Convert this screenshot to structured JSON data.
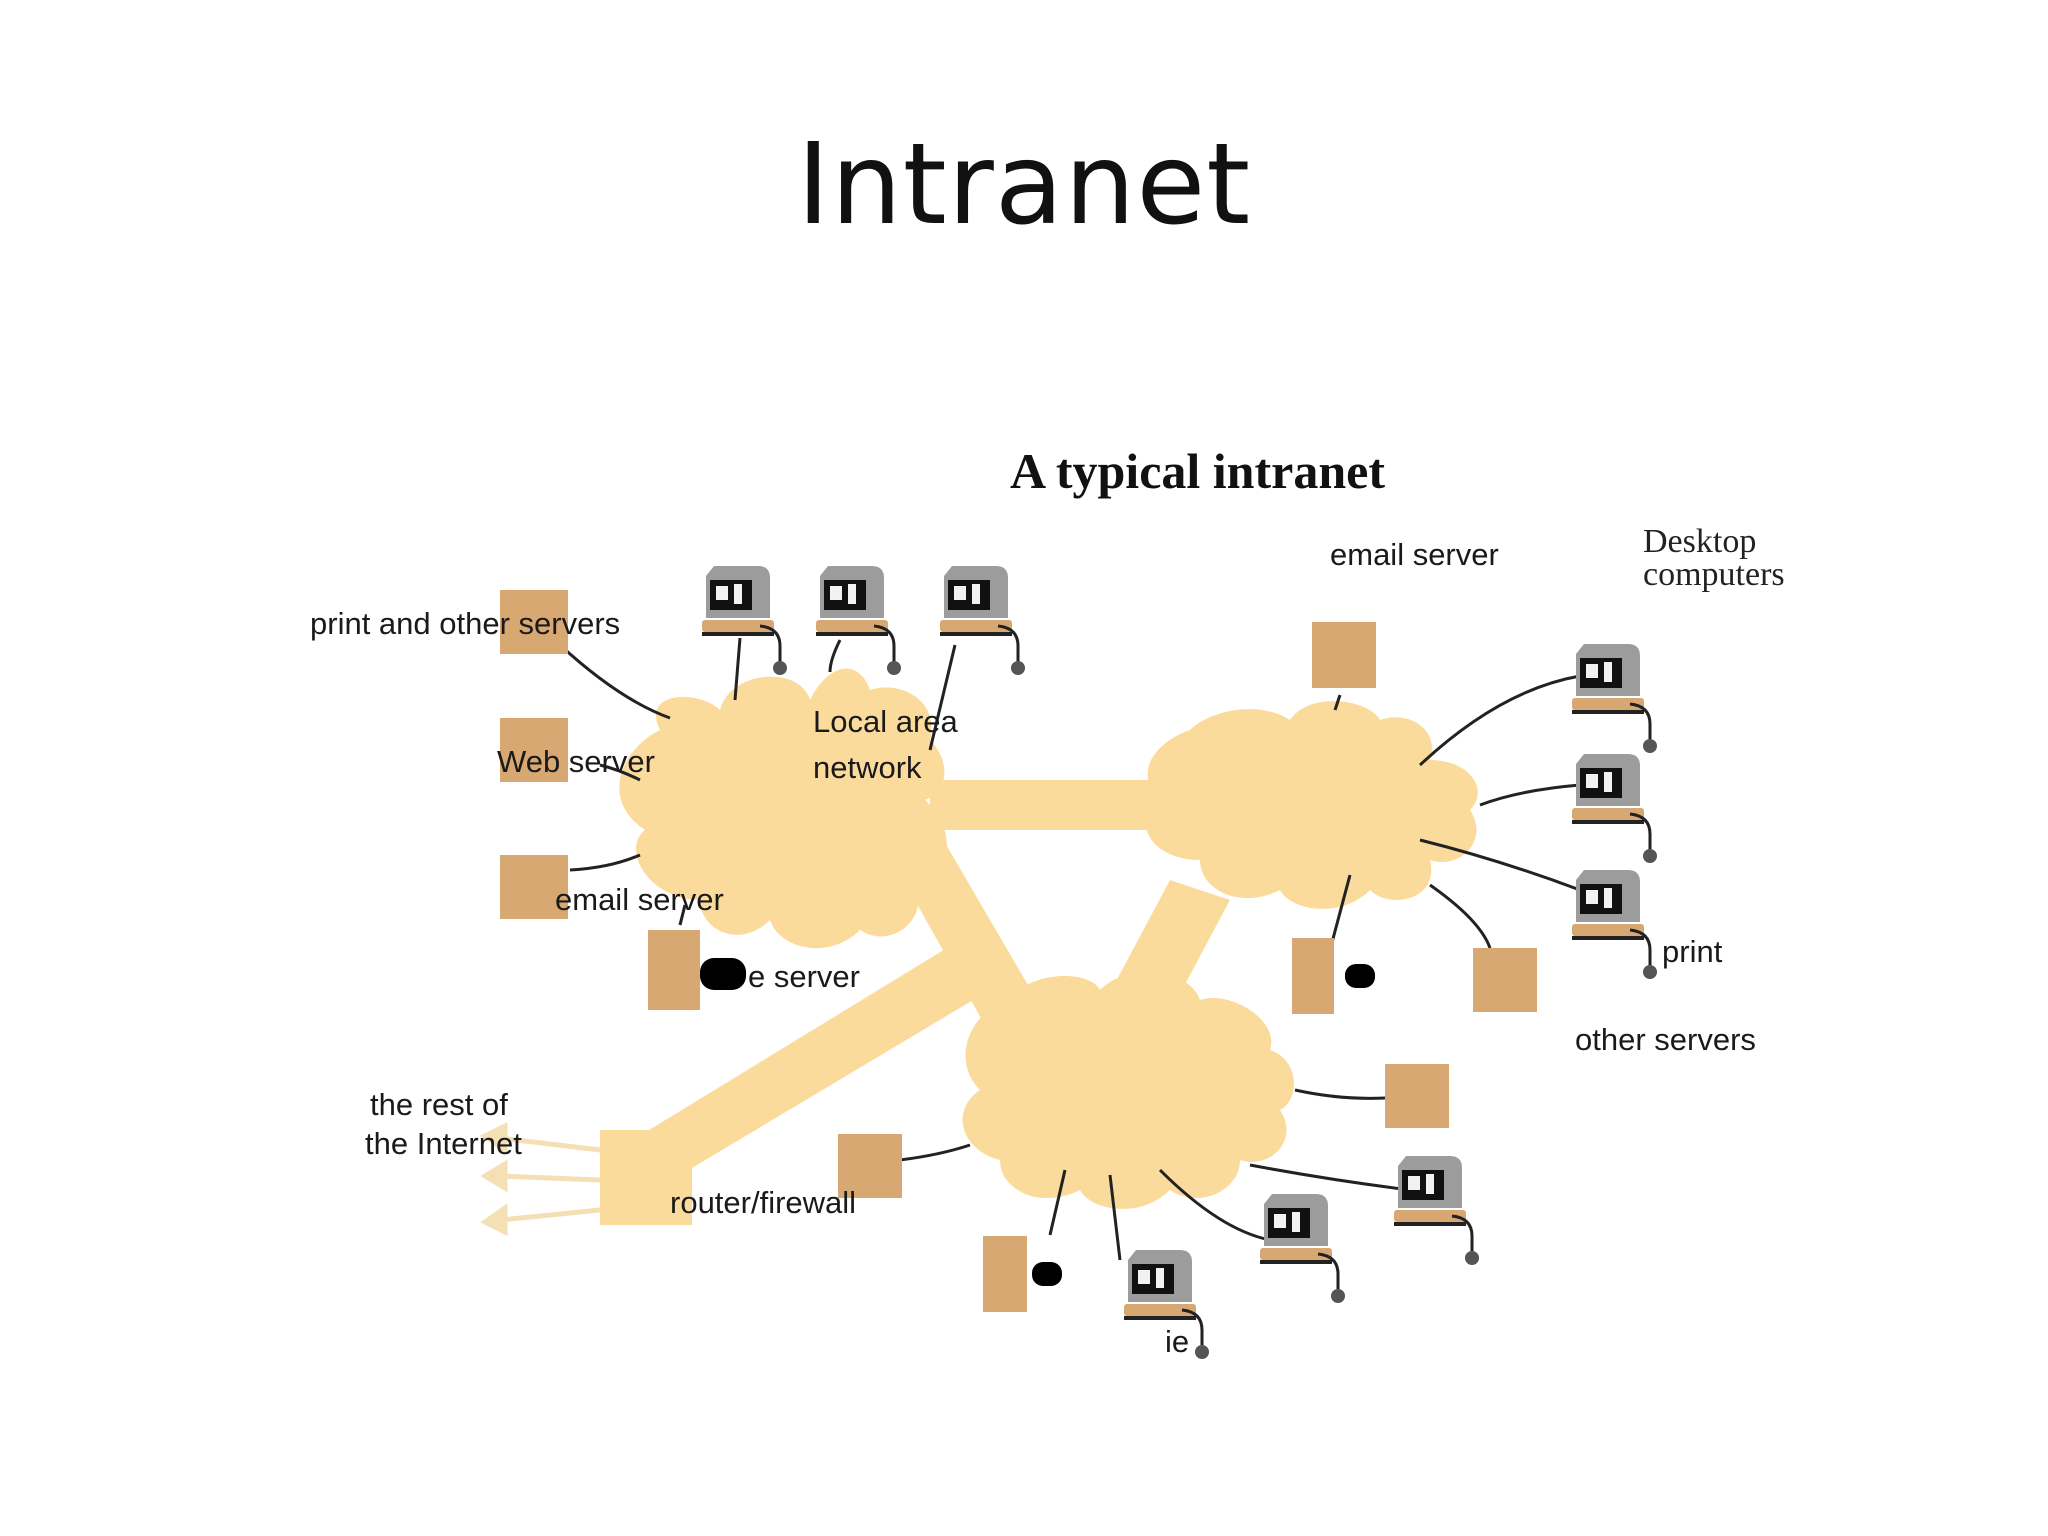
{
  "slide": {
    "title": "Intranet"
  },
  "diagram": {
    "title": "A typical intranet",
    "colors": {
      "network": "#fbdb9c",
      "server": "#d7a872",
      "line": "#222222",
      "monitor": "#9c9c9c"
    },
    "labels": {
      "print_servers_left": "print and other servers",
      "web_server": "Web server",
      "lan_line1": "Local area",
      "lan_line2": "network",
      "email_server_left": "email server",
      "file_server_partial": "e server",
      "rest_line1": "the rest of",
      "rest_line2": "the Internet",
      "router": "router/firewall",
      "email_server_top": "email server",
      "desktop_line1": "Desktop",
      "desktop_line2": "computers",
      "print_partial": "print",
      "other_servers": "other servers",
      "bottom_fragment": "ie"
    }
  }
}
